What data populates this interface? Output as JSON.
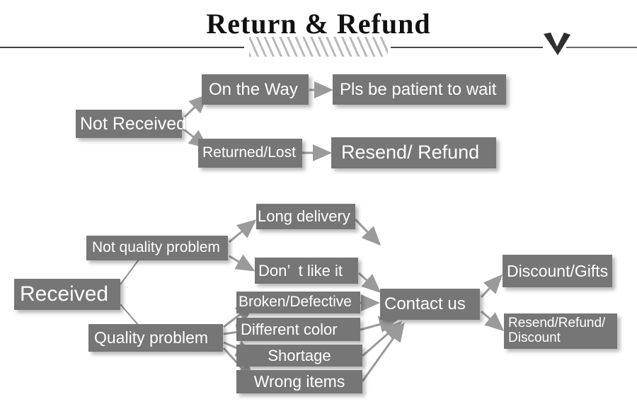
{
  "header": {
    "title": "Return & Refund",
    "chevron_icon": "chevron-down-icon",
    "hatch_decoration": "diagonal-hatch-divider"
  },
  "colors": {
    "node_fill": "#767676",
    "node_text": "#ffffff",
    "arrow": "#9a9a9a",
    "rule": "#3f3f3f",
    "title": "#111111"
  },
  "flow": {
    "not_received": {
      "root": "Not Received",
      "branches": [
        {
          "condition": "On the Way",
          "result": "Pls be patient to wait"
        },
        {
          "condition": "Returned/Lost",
          "result": "Resend/ Refund"
        }
      ]
    },
    "received": {
      "root": "Received",
      "categories": [
        {
          "label": "Not quality problem",
          "reasons": [
            "Long delivery",
            "Don’  t like it"
          ]
        },
        {
          "label": "Quality problem",
          "reasons": [
            "Broken/Defective",
            "Different color",
            "Shortage",
            "Wrong items"
          ]
        }
      ],
      "hub": "Contact us",
      "outcomes": [
        "Discount/Gifts",
        "Resend/Refund/\nDiscount"
      ]
    }
  }
}
